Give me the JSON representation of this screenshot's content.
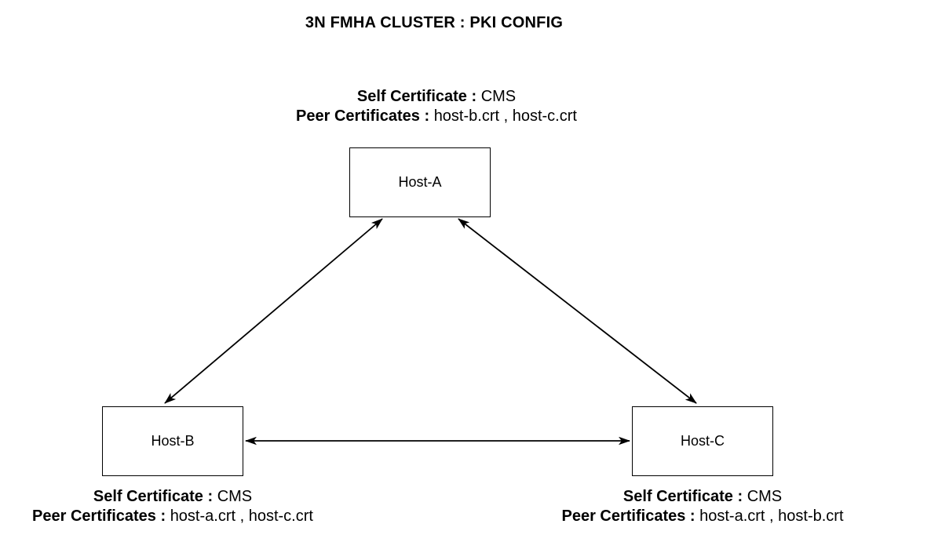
{
  "title": "3N FMHA CLUSTER : PKI CONFIG",
  "nodes": [
    {
      "id": "host-a",
      "label": "Host-A",
      "self_certificate": {
        "label": "Self Certificate :",
        "value": "CMS"
      },
      "peer_certificates": {
        "label": "Peer Certificates :",
        "value": "host-b.crt , host-c.crt"
      }
    },
    {
      "id": "host-b",
      "label": "Host-B",
      "self_certificate": {
        "label": "Self Certificate :",
        "value": "CMS"
      },
      "peer_certificates": {
        "label": "Peer Certificates :",
        "value": "host-a.crt , host-c.crt"
      }
    },
    {
      "id": "host-c",
      "label": "Host-C",
      "self_certificate": {
        "label": "Self Certificate :",
        "value": "CMS"
      },
      "peer_certificates": {
        "label": "Peer Certificates :",
        "value": "host-a.crt , host-b.crt"
      }
    }
  ],
  "edges": [
    {
      "from": "Host-A",
      "to": "Host-B",
      "type": "bidirectional"
    },
    {
      "from": "Host-A",
      "to": "Host-C",
      "type": "bidirectional"
    },
    {
      "from": "Host-B",
      "to": "Host-C",
      "type": "bidirectional"
    }
  ],
  "colors": {
    "background": "#ffffff",
    "stroke": "#000000",
    "text": "#000000"
  }
}
